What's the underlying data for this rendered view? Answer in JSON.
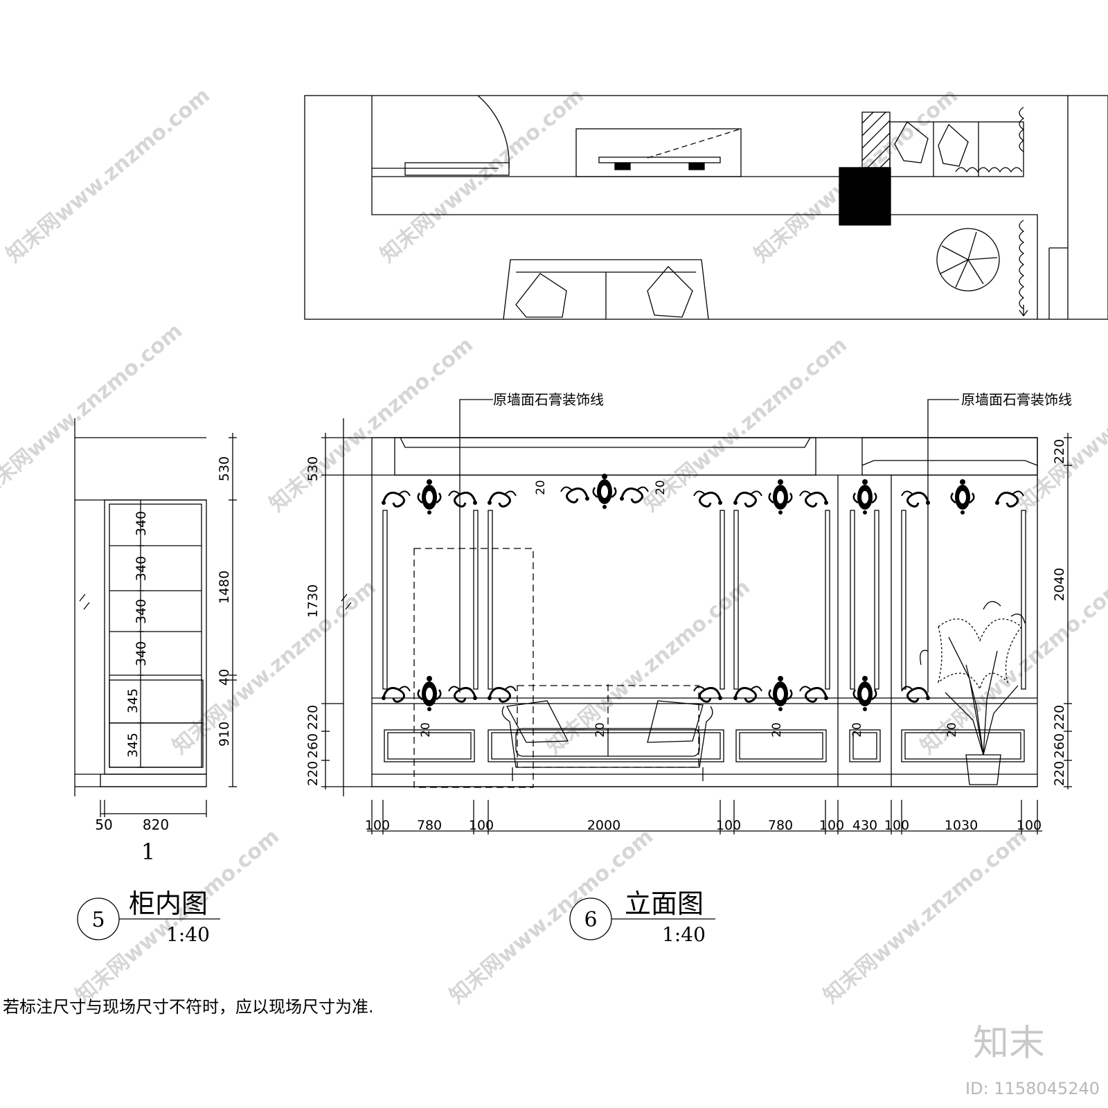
{
  "labels": {
    "callout_left": "原墙面石膏装饰线",
    "callout_right": "原墙面石膏装饰线",
    "cabinet_title": "柜内图",
    "cabinet_number": "5",
    "cabinet_scale": "1:40",
    "cabinet_sub": "1",
    "elevation_title": "立面图",
    "elevation_number": "6",
    "elevation_scale": "1:40",
    "note": "若标注尺寸与现场尺寸不符时，应以现场尺寸为准."
  },
  "dims": {
    "cab_right": [
      "530",
      "1480",
      "40",
      "910"
    ],
    "cab_shelves": [
      "340",
      "340",
      "340",
      "340",
      "345",
      "345"
    ],
    "cab_bottom": [
      "50",
      "820"
    ],
    "elev_left": [
      "530",
      "1730",
      "220",
      "260",
      "220"
    ],
    "elev_right": [
      "220",
      "2040",
      "220",
      "260",
      "220"
    ],
    "elev_bottom": [
      "100",
      "780",
      "100",
      "2000",
      "100",
      "780",
      "100",
      "430",
      "100",
      "1030",
      "100"
    ],
    "elev_small": [
      "20",
      "20",
      "20",
      "20",
      "20",
      "20",
      "20"
    ]
  },
  "brand": {
    "logo": "知末",
    "id": "ID: 1158045240",
    "watermark": "知末网www.znzmo.com"
  }
}
